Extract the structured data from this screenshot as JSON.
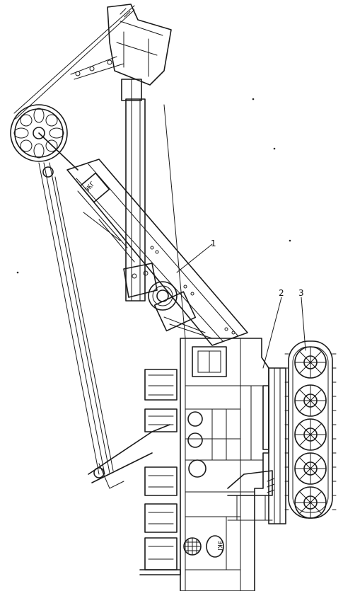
{
  "callouts": [
    {
      "id": "1",
      "label": "1"
    },
    {
      "id": "2",
      "label": "2"
    },
    {
      "id": "3",
      "label": "3"
    }
  ],
  "stencils": {
    "boom_plate": "ЭКГ",
    "body_plate": "ЭКГ"
  },
  "colors": {
    "ink": "#1a1a1a",
    "paper": "#ffffff"
  }
}
